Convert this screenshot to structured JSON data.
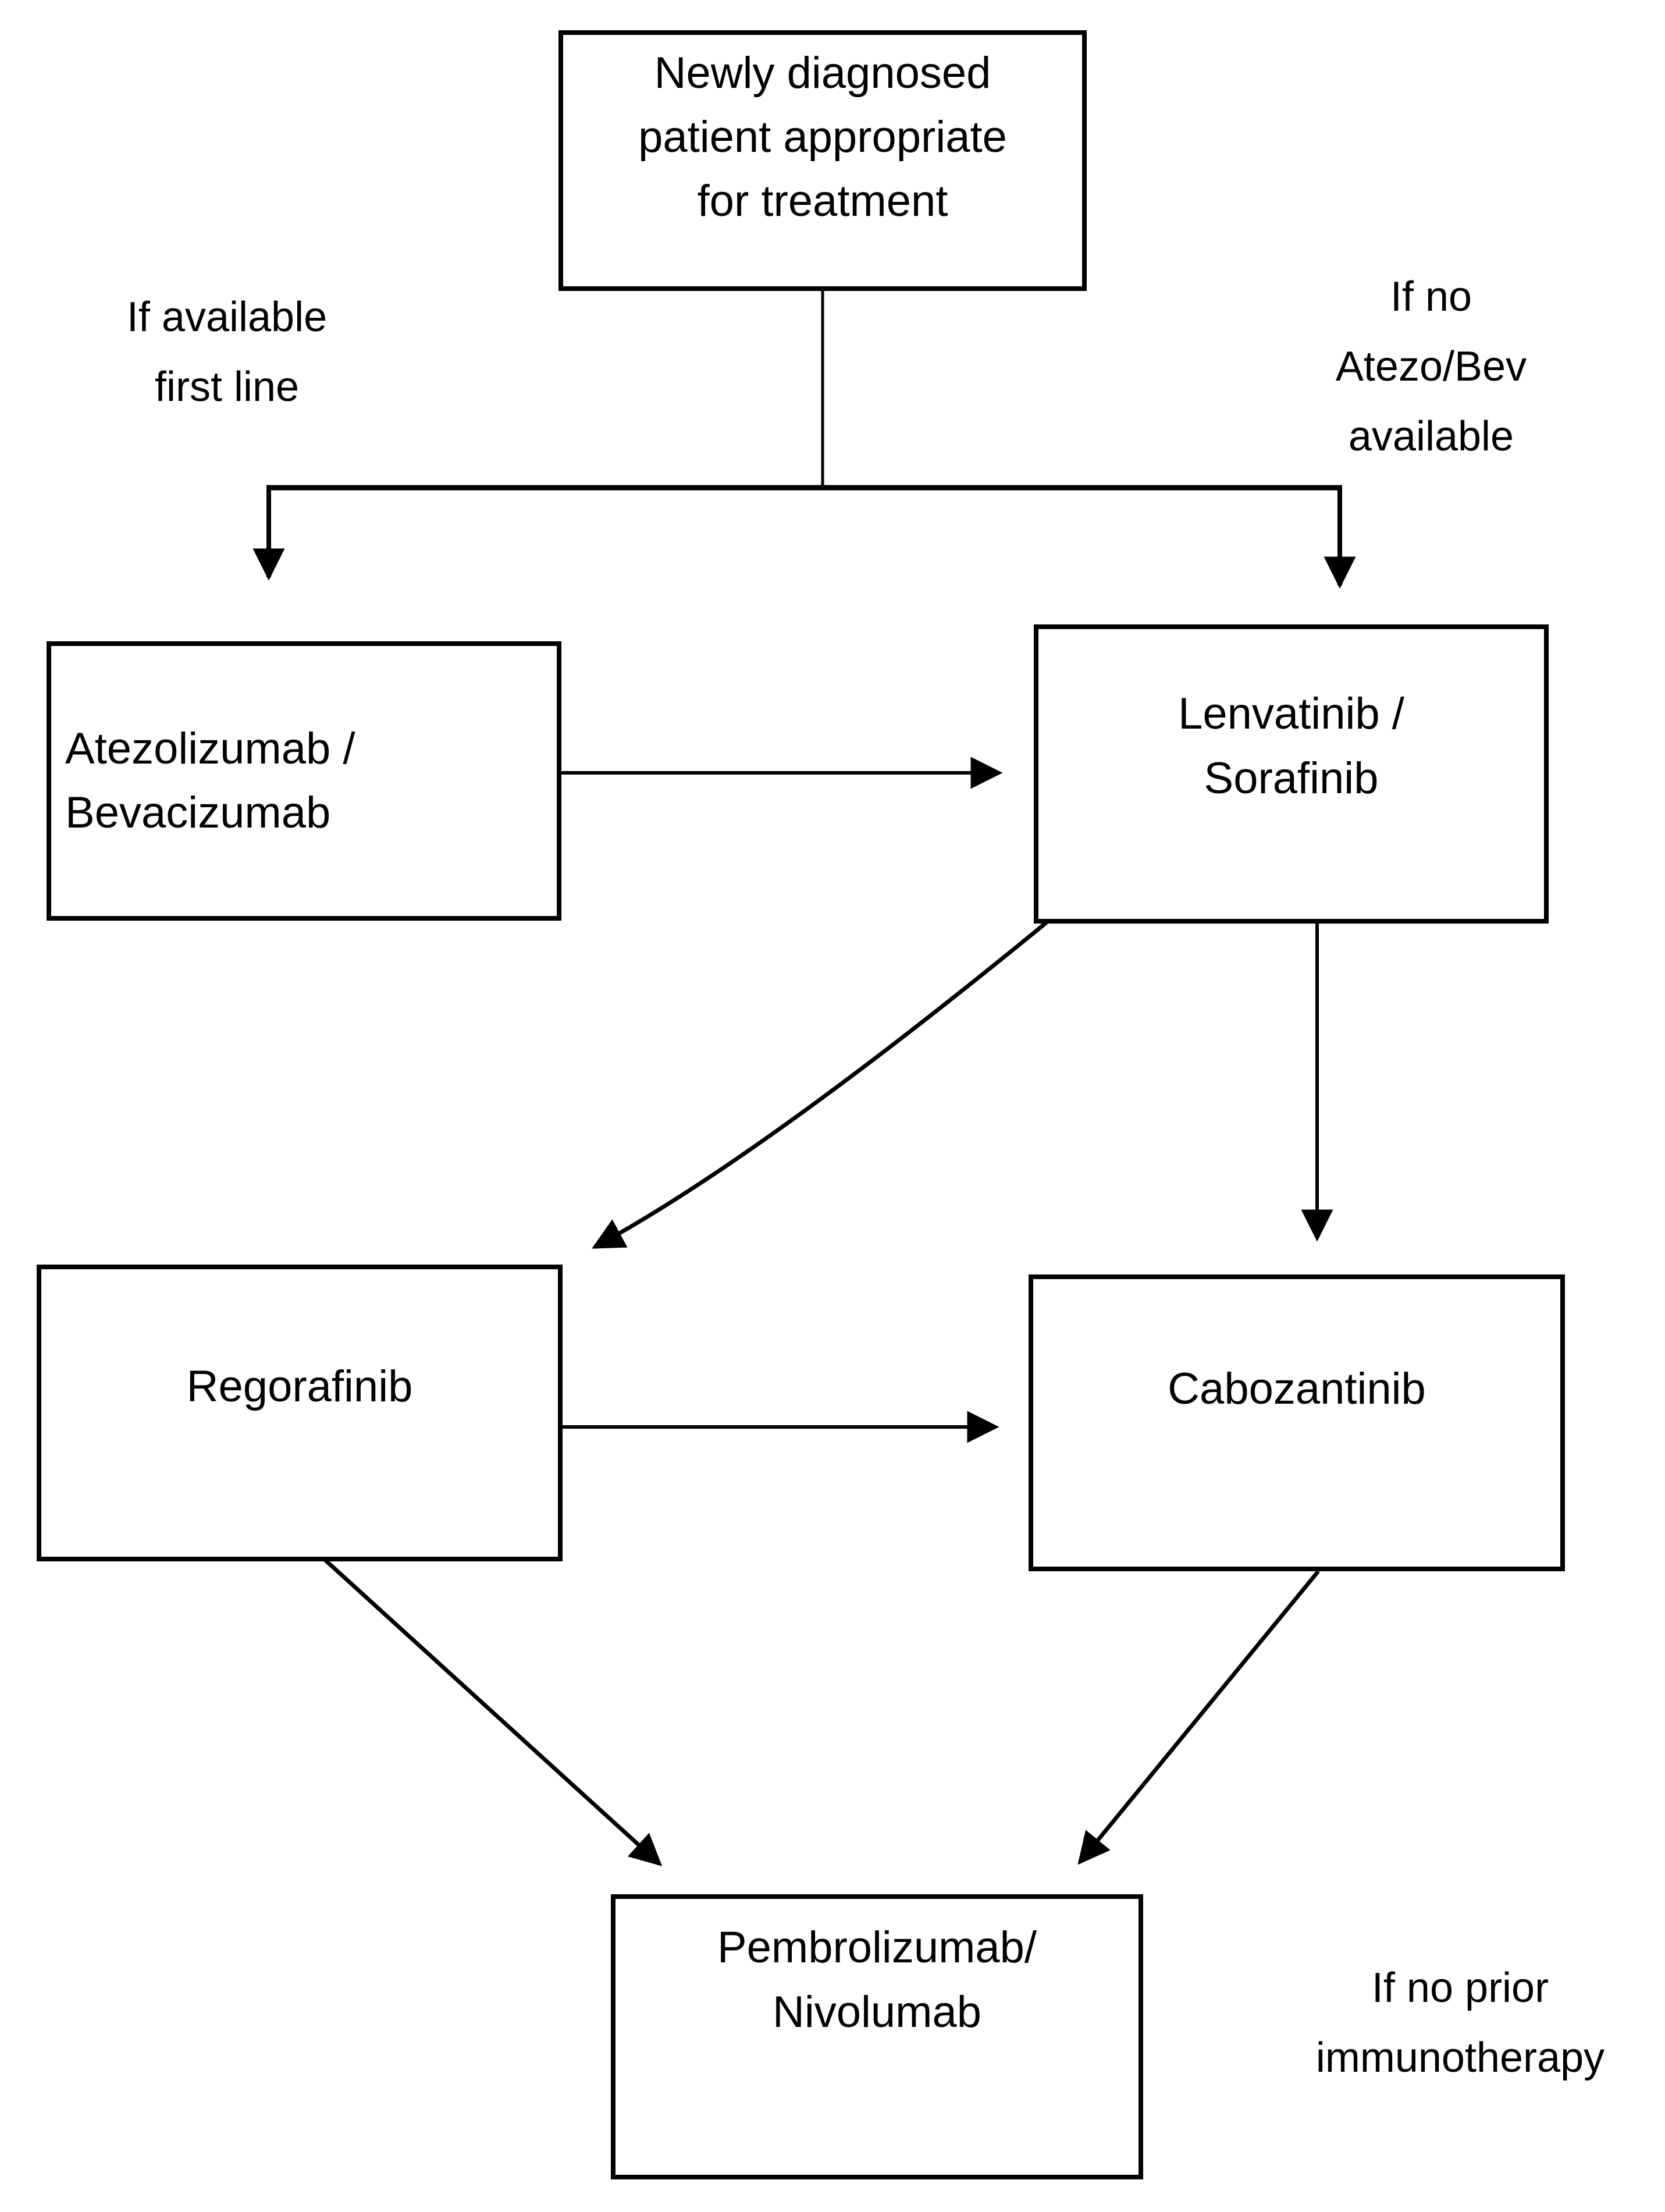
{
  "page": {
    "background_color": "#ffffff",
    "line_color": "#000000",
    "text_color": "#000000"
  },
  "nodes": {
    "start": {
      "label": "Newly diagnosed\npatient appropriate\nfor treatment"
    },
    "atezo_bev": {
      "label": "Atezolizumab /\nBevacizumab"
    },
    "lenvatinib_sorafinib": {
      "label": "Lenvatinib /\nSorafinib"
    },
    "regorafinib": {
      "label": "Regorafinib"
    },
    "cabozantinib": {
      "label": "Cabozantinib"
    },
    "pembro_nivo": {
      "label": "Pembrolizumab/\nNivolumab"
    }
  },
  "labels": {
    "first_line": "If available\nfirst line",
    "no_atezo_bev": "If no\nAtezo/Bev\navailable",
    "no_prior_immunotherapy": "If no prior\nimmunotherapy"
  },
  "edges": [
    {
      "from": "newly-diagnosed-patient",
      "to": "atezolizumab-bevacizumab",
      "label": "If available first line"
    },
    {
      "from": "newly-diagnosed-patient",
      "to": "lenvatinib-sorafinib",
      "label": "If no Atezo/Bev available"
    },
    {
      "from": "atezolizumab-bevacizumab",
      "to": "lenvatinib-sorafinib",
      "label": ""
    },
    {
      "from": "lenvatinib-sorafinib",
      "to": "regorafinib",
      "label": ""
    },
    {
      "from": "lenvatinib-sorafinib",
      "to": "cabozantinib",
      "label": ""
    },
    {
      "from": "regorafinib",
      "to": "cabozantinib",
      "label": ""
    },
    {
      "from": "regorafinib",
      "to": "pembrolizumab-nivolumab",
      "label": ""
    },
    {
      "from": "cabozantinib",
      "to": "pembrolizumab-nivolumab",
      "label": "If no prior immunotherapy"
    }
  ]
}
